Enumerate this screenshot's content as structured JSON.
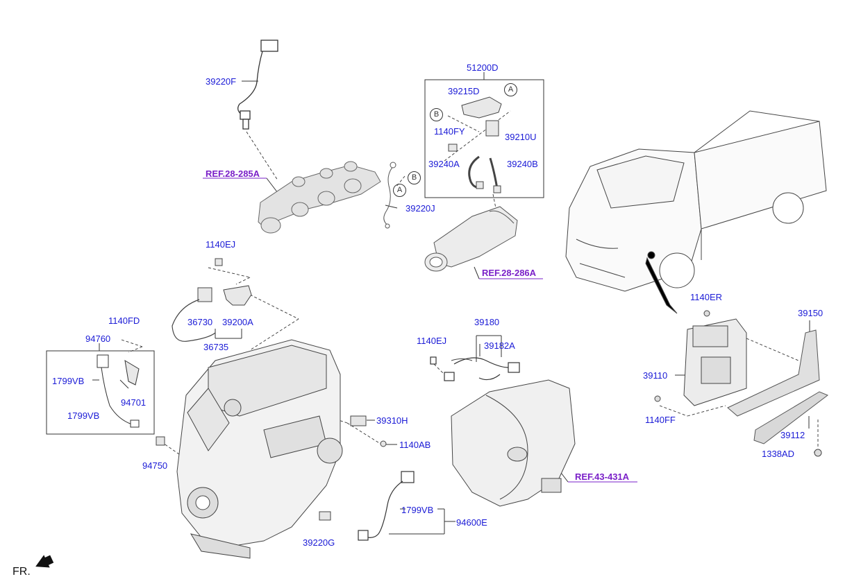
{
  "diagram": {
    "colors": {
      "part_label": "#1a1ad6",
      "ref_label": "#7a1fc8",
      "line": "#333333",
      "part_fill": "#e6e6e6"
    },
    "labels": {
      "p39220F": "39220F",
      "p51200D": "51200D",
      "p39215D": "39215D",
      "p1140FY": "1140FY",
      "p39210U": "39210U",
      "p39240A": "39240A",
      "p39240B": "39240B",
      "ref28285A": "REF.28-285A",
      "p39220J": "39220J",
      "ref28286A": "REF.28-286A",
      "p1140EJ_top": "1140EJ",
      "p36730": "36730",
      "p39200A": "39200A",
      "p36735": "36735",
      "p1140FD": "1140FD",
      "p94760": "94760",
      "p1799VB_a": "1799VB",
      "p94701": "94701",
      "p1799VB_b": "1799VB",
      "p94750": "94750",
      "p39310H": "39310H",
      "p1140AB": "1140AB",
      "p39180": "39180",
      "p1140EJ_mid": "1140EJ",
      "p39182A": "39182A",
      "ref43431A": "REF.43-431A",
      "p1799VB_c": "1799VB",
      "p94600E": "94600E",
      "p39220G": "39220G",
      "p1140ER": "1140ER",
      "p39150": "39150",
      "p39110": "39110",
      "p1140FF": "1140FF",
      "p39112": "39112",
      "p1338AD": "1338AD",
      "circle_A1": "A",
      "circle_B1": "B",
      "circle_A2": "A",
      "circle_B2": "B",
      "front": "FR."
    }
  }
}
